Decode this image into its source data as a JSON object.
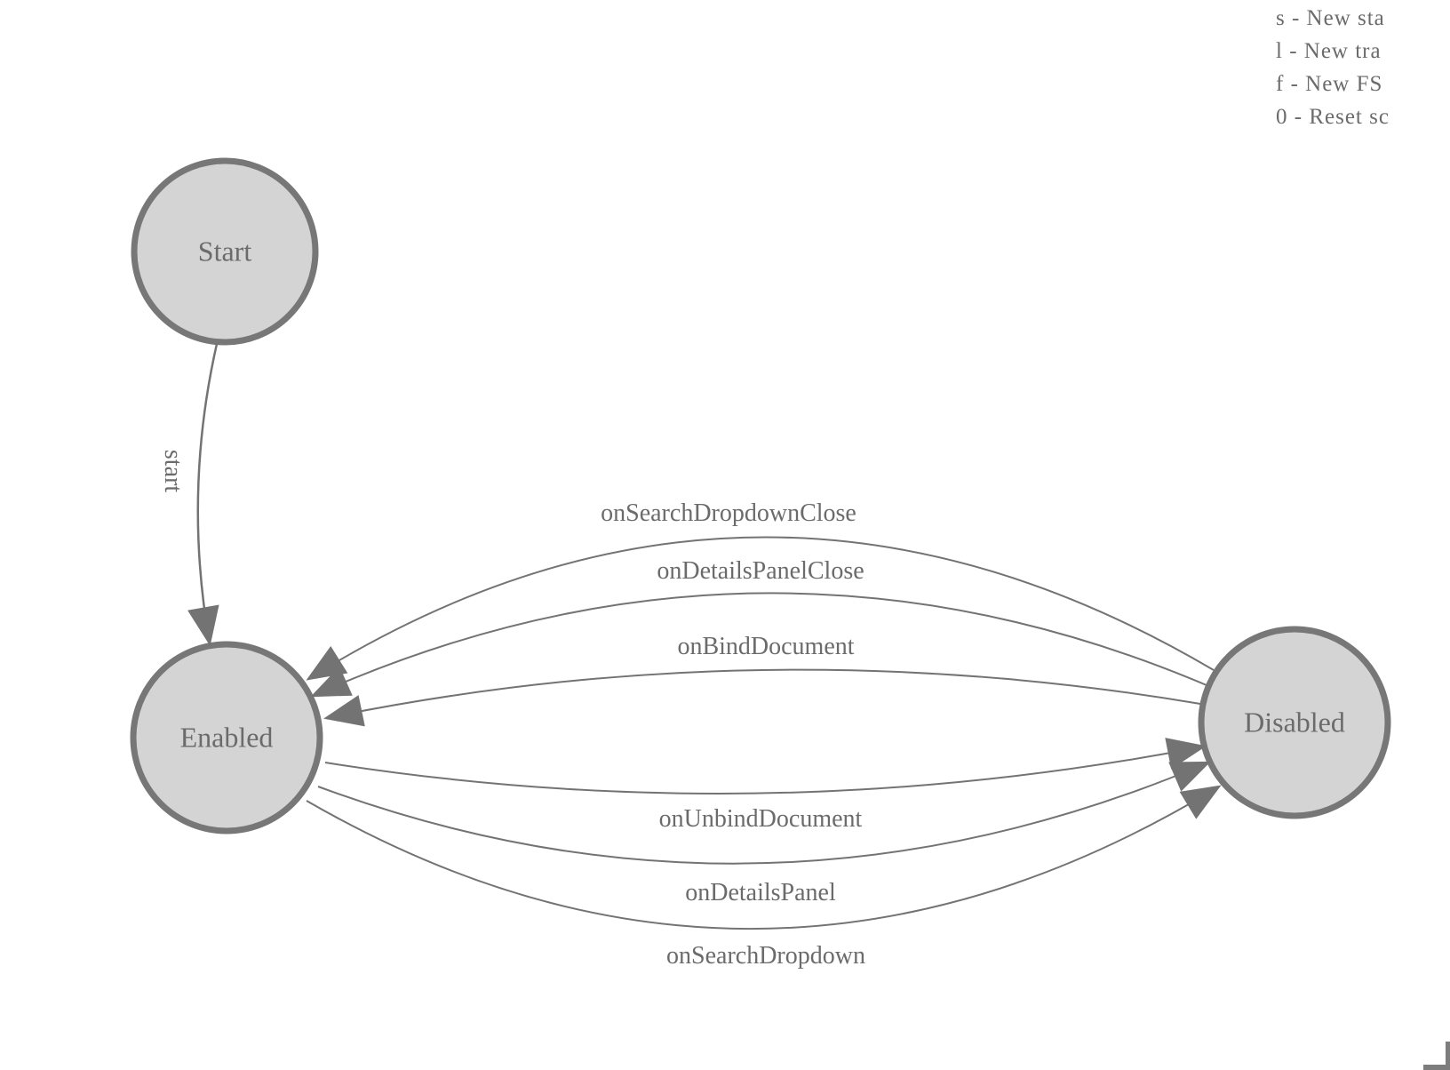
{
  "legend": {
    "lines": [
      "s - New sta",
      "l - New tra",
      "f - New FS",
      "0 - Reset sc"
    ]
  },
  "nodes": {
    "start": {
      "label": "Start"
    },
    "enabled": {
      "label": "Enabled"
    },
    "disabled": {
      "label": "Disabled"
    }
  },
  "edges": {
    "start": {
      "label": "start",
      "from": "Start",
      "to": "Enabled"
    },
    "onSearchDropdownClose": {
      "label": "onSearchDropdownClose",
      "from": "Disabled",
      "to": "Enabled"
    },
    "onDetailsPanelClose": {
      "label": "onDetailsPanelClose",
      "from": "Disabled",
      "to": "Enabled"
    },
    "onBindDocument": {
      "label": "onBindDocument",
      "from": "Disabled",
      "to": "Enabled"
    },
    "onUnbindDocument": {
      "label": "onUnbindDocument",
      "from": "Enabled",
      "to": "Disabled"
    },
    "onDetailsPanel": {
      "label": "onDetailsPanel",
      "from": "Enabled",
      "to": "Disabled"
    },
    "onSearchDropdown": {
      "label": "onSearchDropdown",
      "from": "Enabled",
      "to": "Disabled"
    }
  },
  "colors": {
    "node_fill": "#d4d4d4",
    "node_stroke": "#777777",
    "edge_stroke": "#737373",
    "text": "#6b6b6b",
    "corner_bracket": "#7d7d7d"
  }
}
